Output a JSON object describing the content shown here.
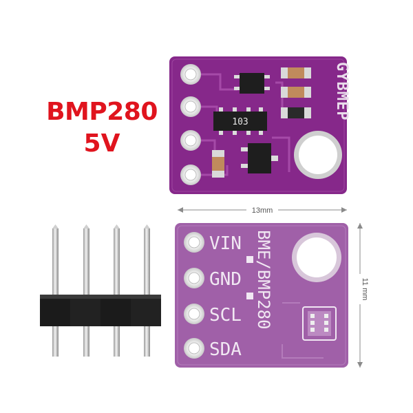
{
  "product": {
    "title_line1": "BMP280",
    "title_line2": "5V"
  },
  "top_board": {
    "silkscreen": "GYBMEP",
    "chip_label": "103",
    "color": "#8a2c8c"
  },
  "bottom_board": {
    "pins": [
      "VIN",
      "GND",
      "SCL",
      "SDA"
    ],
    "vertical_label": "BME/BMP280",
    "color": "#9a5aa2"
  },
  "dimensions": {
    "width_label": "13mm",
    "height_label": "11 mm"
  },
  "header_pins": {
    "count": 4
  }
}
